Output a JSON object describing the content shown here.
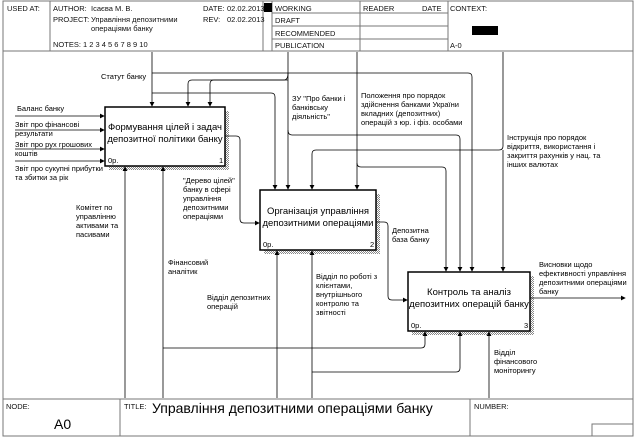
{
  "header": {
    "used_at_label": "USED AT:",
    "author_label": "AUTHOR:",
    "author": "Ісаєва М. В.",
    "project_label": "PROJECT:",
    "project_line1": "Управління депозитними операціями",
    "project_line2": "банку",
    "date_label": "DATE:",
    "date": "02.02.2013",
    "rev_label": "REV:",
    "rev": "02.02.2013",
    "notes": "NOTES:  1  2  3  4  5  6  7  8  9  10",
    "status": [
      "WORKING",
      "DRAFT",
      "RECOMMENDED",
      "PUBLICATION"
    ],
    "reader_label": "READER",
    "reader_date_label": "DATE",
    "context_label": "CONTEXT:",
    "context_node": "A-0"
  },
  "boxes": [
    {
      "title1": "Формування цілей і задач",
      "title2": "депозитної політики банку",
      "cost": "0р.",
      "num": "1"
    },
    {
      "title1": "Організація управління",
      "title2": "депозитними операціями",
      "cost": "0р.",
      "num": "2"
    },
    {
      "title1": "Контроль та аналіз",
      "title2": "депозитних операцій банку",
      "cost": "0р.",
      "num": "3"
    }
  ],
  "arrows": {
    "statut": "Статут банку",
    "balance": "Баланс банку",
    "fin_results": [
      "Звіт про фінансові",
      "результати"
    ],
    "cash_flow": [
      "Звіт про рух грошових",
      "коштів"
    ],
    "profit": [
      "Звіт про сукупні прибутки",
      "та збитки за рік"
    ],
    "zu": [
      "ЗУ \"Про банки і",
      "банківську",
      "діяльність\""
    ],
    "polozhennia": [
      "Положення про порядок",
      "здійснення банками України",
      "вкладних (депозитних)",
      "операцій з юр. і фіз. особами"
    ],
    "instruktsiia": [
      "Інструкція про порядок",
      "відкриття, використання і",
      "закриття рахунків у нац. та",
      "інших валютах"
    ],
    "derevo": [
      "\"Дерево цілей\"",
      "банку в сфері",
      "управління",
      "депозитними",
      "операціями"
    ],
    "komitet": [
      "Комітет по",
      "управлінню",
      "активами та",
      "пасивами"
    ],
    "analityk": [
      "Фінансовий",
      "аналітик"
    ],
    "viddil_dep": [
      "Відділ депозитних",
      "операцій"
    ],
    "viddil_klient": [
      "Відділ по роботі з",
      "клієнтами,",
      "внутрішнього",
      "контролю та",
      "звітності"
    ],
    "dep_baza": [
      "Депозитна",
      "база банку"
    ],
    "vysnovky": [
      "Висновки щодо",
      "ефективності управління",
      "депозитними операціями",
      "банку"
    ],
    "monitoring": [
      "Відділ",
      "фінансового",
      "моніторингу"
    ]
  },
  "footer": {
    "node_label": "NODE:",
    "node": "A0",
    "title_label": "TITLE:",
    "title": "Управління депозитними  операціями банку",
    "number_label": "NUMBER:"
  }
}
